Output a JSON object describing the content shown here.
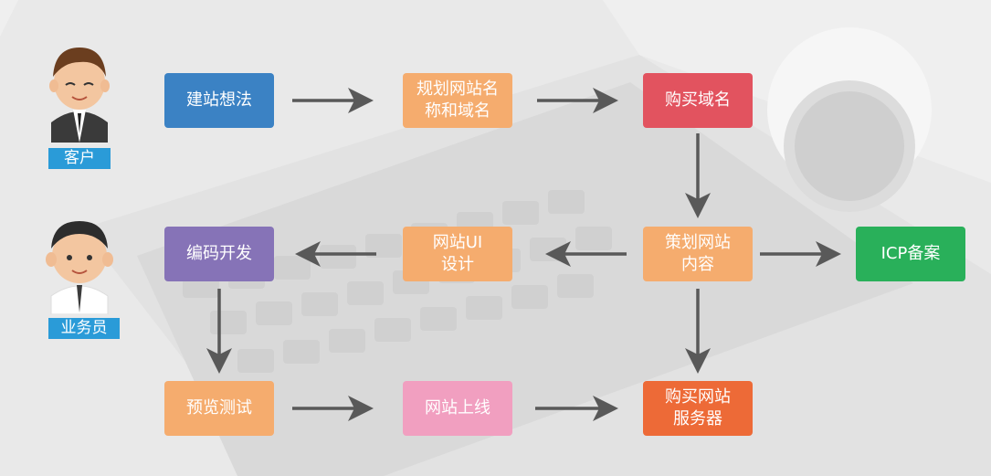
{
  "colors": {
    "blue": "#3b82c4",
    "orange": "#f5ac6e",
    "red": "#e2535f",
    "purple": "#8673b7",
    "green": "#29b05a",
    "pink": "#f19fc0",
    "deep_orange": "#ed6a37",
    "label_bg": "#2a9bd8",
    "arrow": "#595959"
  },
  "people": {
    "customer": {
      "label": "客户",
      "icon": "customer-avatar-icon"
    },
    "salesperson": {
      "label": "业务员",
      "icon": "salesperson-avatar-icon"
    }
  },
  "steps": {
    "idea": "建站想法",
    "plan_name_domain": "规划网站名\n称和域名",
    "buy_domain": "购买域名",
    "plan_content": "策划网站\n内容",
    "icp_filing": "ICP备案",
    "ui_design": "网站UI\n设计",
    "coding": "编码开发",
    "preview_test": "预览测试",
    "go_live": "网站上线",
    "buy_server": "购买网站\n服务器"
  }
}
